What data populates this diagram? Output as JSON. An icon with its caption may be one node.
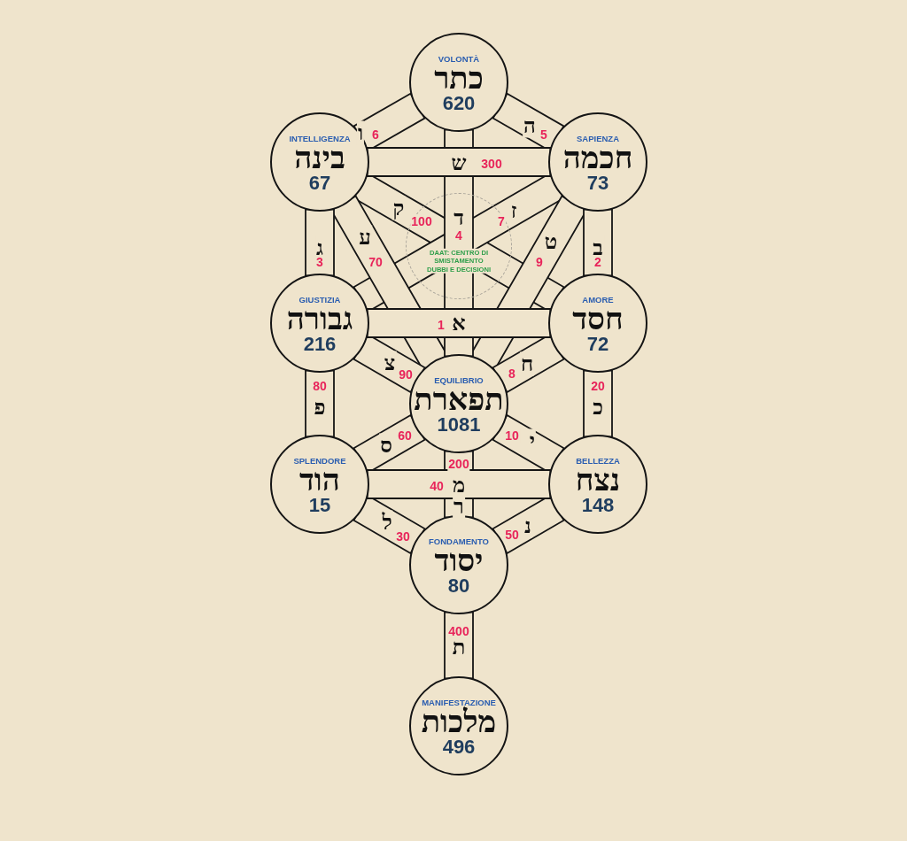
{
  "diagram": {
    "nodes": [
      {
        "text": [
          "VOLONTÀ",
          "כתר",
          "620"
        ]
      },
      {
        "text": [
          "INTELLIGENZA",
          "בינה",
          "67"
        ]
      },
      {
        "text": [
          "SAPIENZA",
          "חכמה",
          "73"
        ]
      },
      {
        "text": [
          "DAAT: CENTRO DI SMISTAMENTO DUBBI E DECISIONI"
        ]
      },
      {
        "text": [
          "GIUSTIZIA",
          "גבורה",
          "216"
        ]
      },
      {
        "text": [
          "AMORE",
          "חסד",
          "72"
        ]
      },
      {
        "text": [
          "EQUILIBRIO",
          "תפארת",
          "1081"
        ]
      },
      {
        "text": [
          "SPLENDORE",
          "הוד",
          "15"
        ]
      },
      {
        "text": [
          "BELLEZZA",
          "נצח",
          "148"
        ]
      },
      {
        "text": [
          "FONDAMENTO",
          "יסוד",
          "80"
        ]
      },
      {
        "text": [
          "MANIFESTAZIONE",
          "מלכות",
          "496"
        ]
      }
    ],
    "edges": [
      {
        "from": 0,
        "to": 1,
        "arrow": "none",
        "label": "ו"
      },
      {
        "from": 0,
        "to": 2,
        "arrow": "none",
        "label": "ה"
      },
      {
        "from": 1,
        "to": 2,
        "arrow": "none",
        "label": "ש"
      },
      {
        "from": 0,
        "to": 6,
        "arrow": "none",
        "label": "ד"
      },
      {
        "from": 1,
        "to": 5,
        "arrow": "none",
        "label": "ק"
      },
      {
        "from": 2,
        "to": 4,
        "arrow": "none",
        "label": "ז"
      },
      {
        "from": 1,
        "to": 6,
        "arrow": "none",
        "label": "ע"
      },
      {
        "from": 2,
        "to": 6,
        "arrow": "none",
        "label": "ט"
      },
      {
        "from": 1,
        "to": 4,
        "arrow": "none",
        "label": "ג"
      },
      {
        "from": 2,
        "to": 5,
        "arrow": "none",
        "label": "ב"
      },
      {
        "from": 4,
        "to": 5,
        "arrow": "none",
        "label": "א"
      },
      {
        "from": 4,
        "to": 6,
        "arrow": "none",
        "label": "צ"
      },
      {
        "from": 5,
        "to": 6,
        "arrow": "none",
        "label": "ח"
      },
      {
        "from": 4,
        "to": 7,
        "arrow": "none",
        "label": "פ"
      },
      {
        "from": 5,
        "to": 8,
        "arrow": "none",
        "label": "כ"
      },
      {
        "from": 6,
        "to": 7,
        "arrow": "none",
        "label": "ס"
      },
      {
        "from": 6,
        "to": 8,
        "arrow": "none",
        "label": "י"
      },
      {
        "from": 7,
        "to": 8,
        "arrow": "none",
        "label": "מ"
      },
      {
        "from": 6,
        "to": 9,
        "arrow": "none",
        "label": "ר"
      },
      {
        "from": 7,
        "to": 9,
        "arrow": "none",
        "label": "ל"
      },
      {
        "from": 8,
        "to": 9,
        "arrow": "none",
        "label": "נ"
      },
      {
        "from": 9,
        "to": 10,
        "arrow": "none",
        "label": "ת"
      }
    ],
    "labels": [
      "6",
      "5",
      "300",
      "100",
      "7",
      "4",
      "3",
      "70",
      "9",
      "2",
      "1",
      "90",
      "8",
      "80",
      "20",
      "60",
      "10",
      "200",
      "40",
      "30",
      "50",
      "400"
    ]
  }
}
